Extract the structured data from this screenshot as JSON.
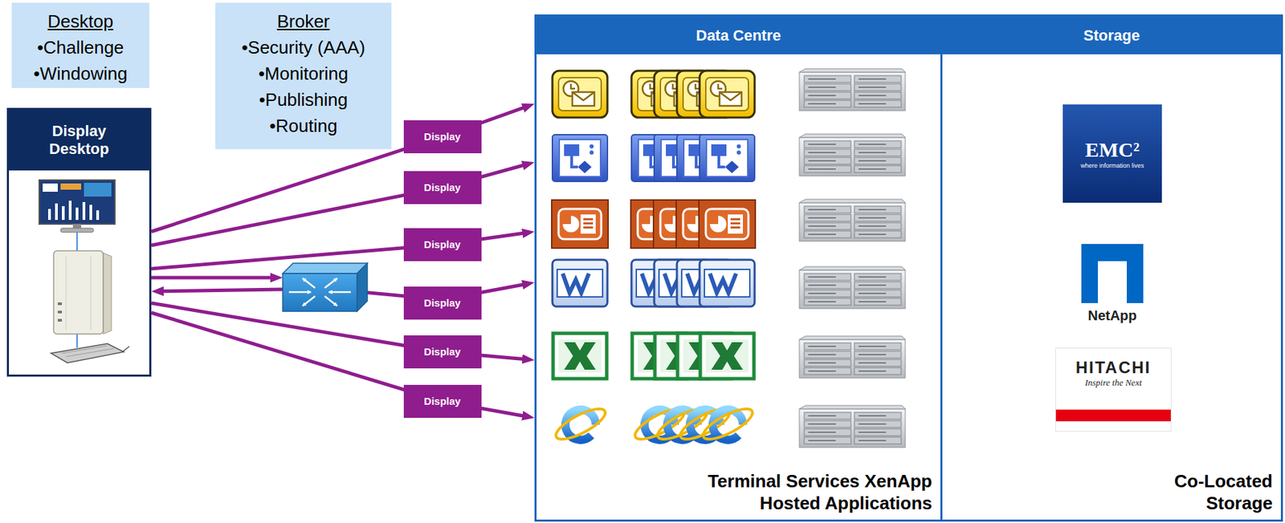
{
  "diagram": {
    "nodes": [
      {
        "text": [
          "Desktop",
          "•Challenge",
          "•Windowing"
        ]
      },
      {
        "text": [
          "Broker",
          "•Security (AAA)",
          "•Monitoring",
          "•Publishing",
          "•Routing"
        ]
      },
      {
        "text": [
          "Display Desktop"
        ]
      },
      {
        "text": [
          "Data Centre",
          "Terminal Services XenApp Hosted Applications"
        ]
      },
      {
        "text": [
          "Storage",
          "Co-Located Storage"
        ]
      },
      {
        "text": [
          "EMC²",
          "where information lives"
        ],
        "in": 4
      },
      {
        "text": [
          "NetApp"
        ],
        "in": 4
      },
      {
        "text": [
          "HITACHI",
          "Inspire the Next"
        ],
        "in": 4
      }
    ],
    "edges": [
      {
        "from": 2,
        "to": 3,
        "arrow": "to",
        "label": "Display"
      },
      {
        "from": 2,
        "to": 3,
        "arrow": "to",
        "label": "Display"
      },
      {
        "from": 2,
        "to": 3,
        "arrow": "to",
        "label": "Display"
      },
      {
        "from": 2,
        "to": 3,
        "arrow": "both",
        "label": "Display"
      },
      {
        "from": 2,
        "to": 3,
        "arrow": "to",
        "label": "Display"
      },
      {
        "from": 2,
        "to": 3,
        "arrow": "to",
        "label": "Display"
      }
    ]
  }
}
